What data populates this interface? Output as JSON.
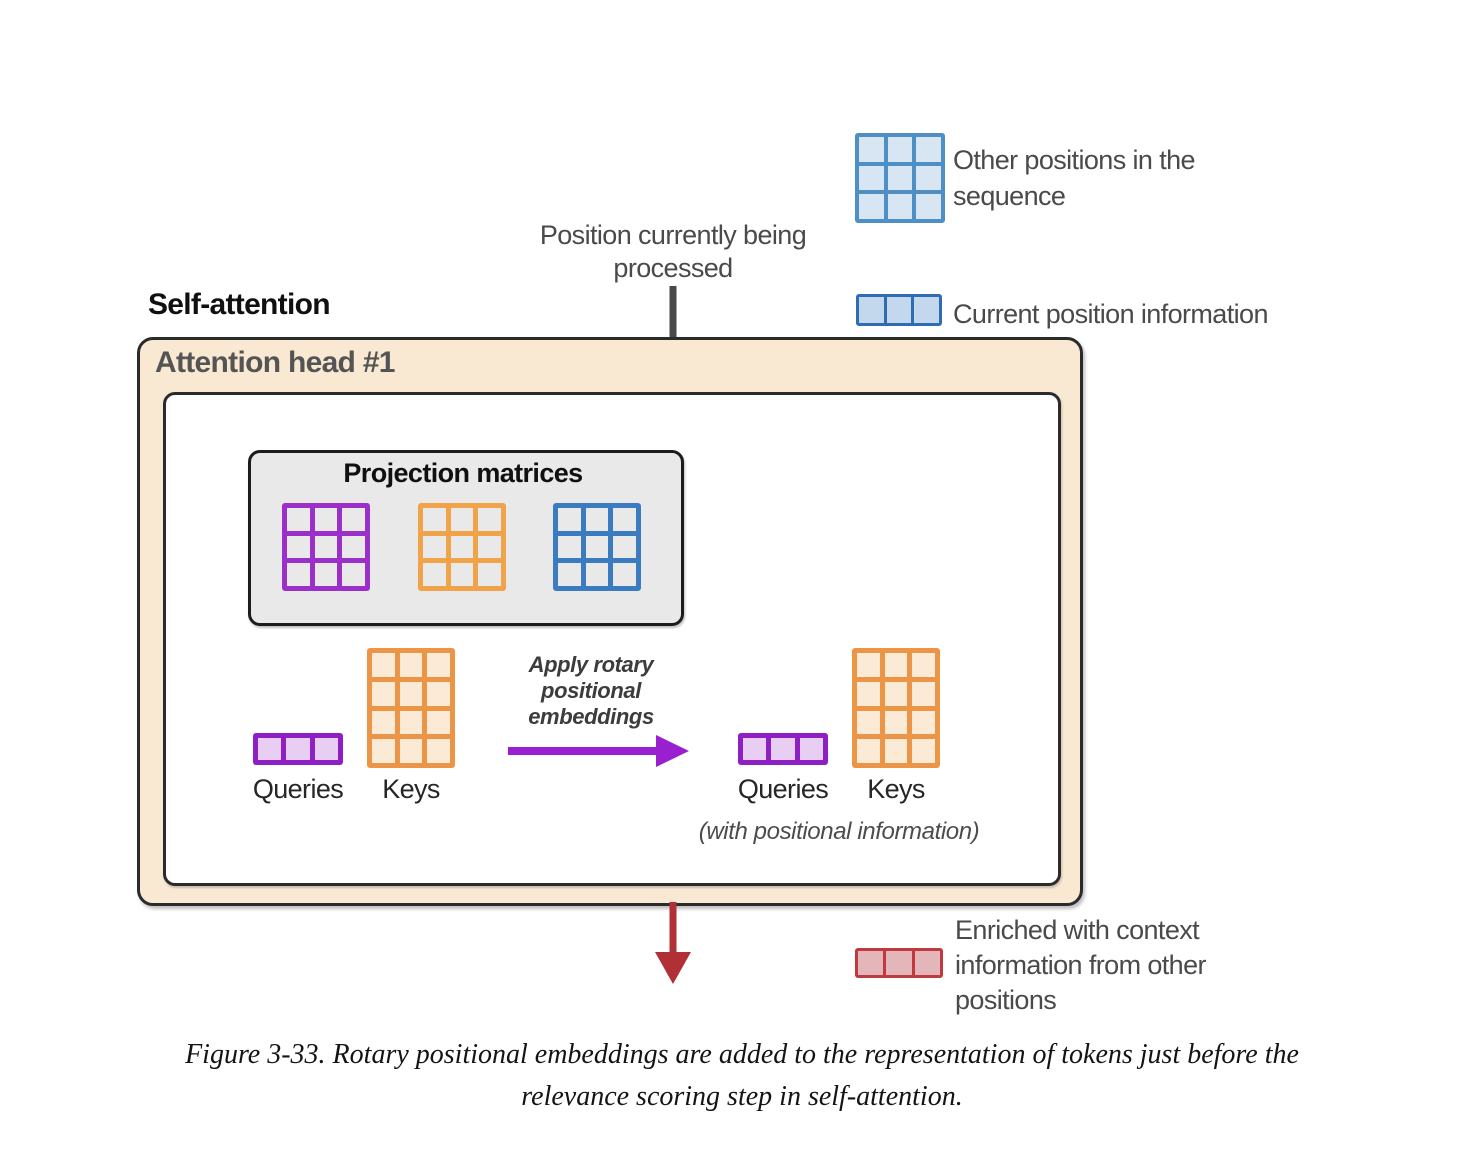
{
  "diagram": {
    "title": "Self-attention",
    "attention_head_label": "Attention head #1",
    "projection_title": "Projection matrices",
    "queries_label": "Queries",
    "keys_label": "Keys"
  },
  "annotations": {
    "position_processing": "Position currently being processed",
    "apply_rotary": "Apply rotary positional embeddings",
    "with_positional": "(with positional information)"
  },
  "legend": {
    "other_positions_label": "Other positions in the sequence",
    "current_position_label": "Current position information",
    "enriched_label": "Enriched with context information from other positions"
  },
  "caption": {
    "line1": "Figure 3-33. Rotary positional embeddings are added to the representation of tokens just before the",
    "line2": "relevance scoring step in self-attention."
  },
  "colors": {
    "attention_box_fill": "#f9e9d2",
    "box_border": "#2b2b2b",
    "projection_box_fill": "#e9e9e9"
  },
  "arrows": {
    "down_gray": "#4a4a4a",
    "rotary_purple": "#9a1fd0",
    "down_red": "#b03036"
  },
  "grids": {
    "legend_other": {
      "rows": 3,
      "cols": 3,
      "line_color": "#4e8fc5",
      "fill_color": "#d8e5f3"
    },
    "legend_current": {
      "rows": 1,
      "cols": 3,
      "line_color": "#2e6db4",
      "fill_color": "#c3d8ec"
    },
    "legend_enriched": {
      "rows": 1,
      "cols": 3,
      "line_color": "#c0393e",
      "fill_color": "#e3b7ba"
    },
    "proj_query": {
      "rows": 3,
      "cols": 3,
      "line_color": "#9b2fca",
      "fill_color": "#e9e9e9"
    },
    "proj_key": {
      "rows": 3,
      "cols": 3,
      "line_color": "#f0a348",
      "fill_color": "#e9e9e9"
    },
    "proj_value": {
      "rows": 3,
      "cols": 3,
      "line_color": "#3b7cc0",
      "fill_color": "#e9e9e9"
    },
    "queries_left": {
      "rows": 1,
      "cols": 3,
      "line_color": "#8e1fc5",
      "fill_color": "#e7cef2"
    },
    "keys_left": {
      "rows": 4,
      "cols": 3,
      "line_color": "#ec9547",
      "fill_color": "#fbead6"
    },
    "queries_right": {
      "rows": 1,
      "cols": 3,
      "line_color": "#8e1fc5",
      "fill_color": "#e7cef2"
    },
    "keys_right": {
      "rows": 4,
      "cols": 3,
      "line_color": "#ec9547",
      "fill_color": "#fbead6"
    }
  }
}
